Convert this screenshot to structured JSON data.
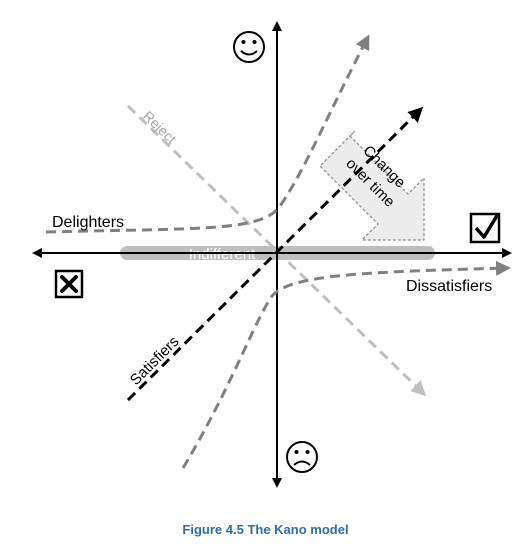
{
  "diagram": {
    "labels": {
      "delighters": "Delighters",
      "dissatisfiers": "Dissatisfiers",
      "satisfiers": "Satisfiers",
      "reject": "Reject",
      "indifferent": "Indifferent",
      "change_line1": "Change",
      "change_line2": "over time"
    },
    "icons": {
      "happy": "smiling-face-icon",
      "sad": "frowning-face-icon",
      "check": "checked-box-icon",
      "cross": "crossed-box-icon"
    },
    "colors": {
      "axis": "#000000",
      "delighters": "#808080",
      "satisfiers": "#000000",
      "dissatisfiers": "#808080",
      "reject": "#bfbfbf",
      "indifferent_band": "#bfbfbf",
      "change_arrow_fill": "#ececec"
    }
  },
  "caption": "Figure 4.5 The Kano model"
}
